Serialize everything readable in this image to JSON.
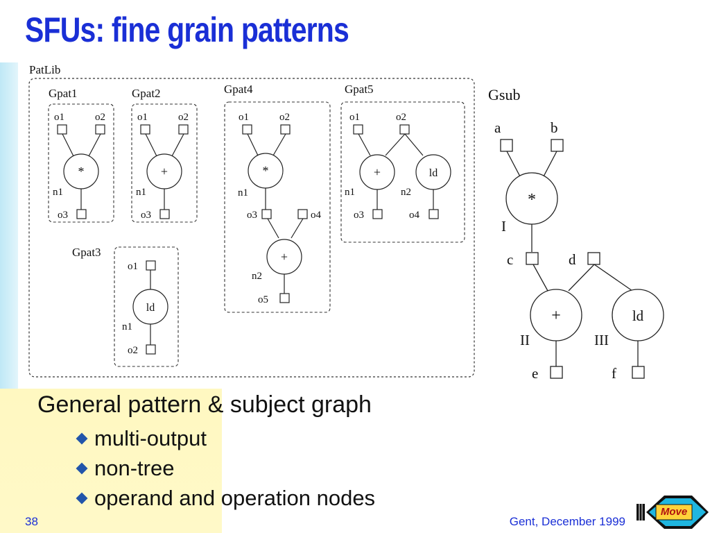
{
  "title": "SFUs: fine grain patterns",
  "diagram": {
    "patlib_label": "PatLib",
    "gsub_label": "Gsub",
    "gpat1": {
      "name": "Gpat1",
      "o1": "o1",
      "o2": "o2",
      "op": "*",
      "n": "n1",
      "o3": "o3"
    },
    "gpat2": {
      "name": "Gpat2",
      "o1": "o1",
      "o2": "o2",
      "op": "+",
      "n": "n1",
      "o3": "o3"
    },
    "gpat3": {
      "name": "Gpat3",
      "o1": "o1",
      "op": "ld",
      "n": "n1",
      "o2": "o2"
    },
    "gpat4": {
      "name": "Gpat4",
      "o1": "o1",
      "o2": "o2",
      "op1": "*",
      "n1": "n1",
      "o3": "o3",
      "o4": "o4",
      "op2": "+",
      "n2": "n2",
      "o5": "o5"
    },
    "gpat5": {
      "name": "Gpat5",
      "o1": "o1",
      "o2": "o2",
      "op1": "+",
      "op2": "ld",
      "n1": "n1",
      "n2": "n2",
      "o3": "o3",
      "o4": "o4"
    },
    "gsub": {
      "a": "a",
      "b": "b",
      "op1": "*",
      "n1": "I",
      "c": "c",
      "d": "d",
      "op2": "+",
      "op3": "ld",
      "n2": "II",
      "n3": "III",
      "e": "e",
      "f": "f"
    }
  },
  "bullets": {
    "main": "General pattern & subject graph",
    "items": [
      "multi-output",
      "non-tree",
      "operand and operation nodes"
    ]
  },
  "footer": {
    "slide_number": "38",
    "text": "Gent, December 1999",
    "nav_label": "Move"
  },
  "colors": {
    "title": "#1a2fd6",
    "bullet": "#2255aa",
    "background_accent": "#fff8b8"
  }
}
